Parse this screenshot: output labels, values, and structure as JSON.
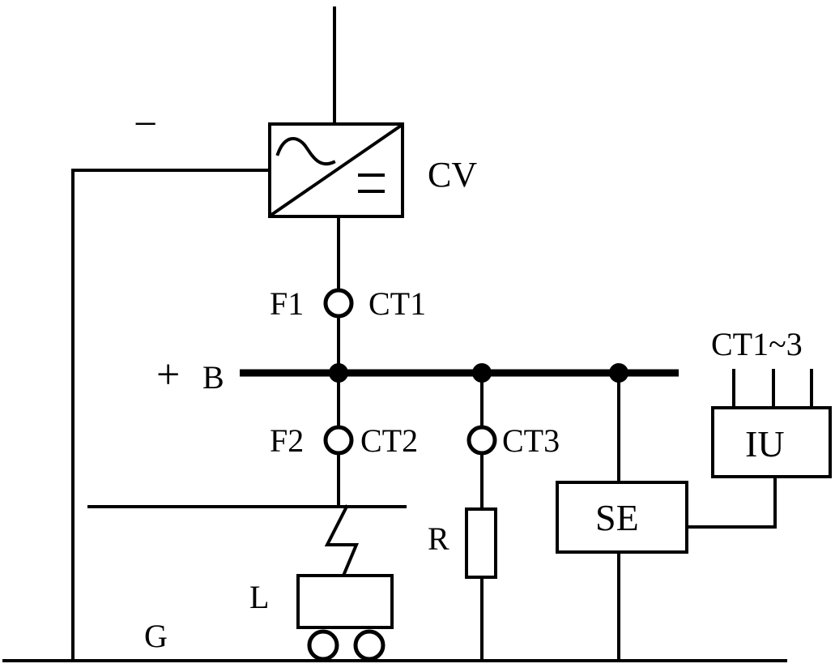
{
  "labels": {
    "minus": "−",
    "converter": "CV",
    "fuse1": "F1",
    "ct1": "CT1",
    "plus": "+",
    "bus": "B",
    "fuse2": "F2",
    "ct2": "CT2",
    "ct3": "CT3",
    "ct_inputs": "CT1~3",
    "interface_unit": "IU",
    "resistor": "R",
    "sensing_element": "SE",
    "load": "L",
    "ground": "G"
  }
}
